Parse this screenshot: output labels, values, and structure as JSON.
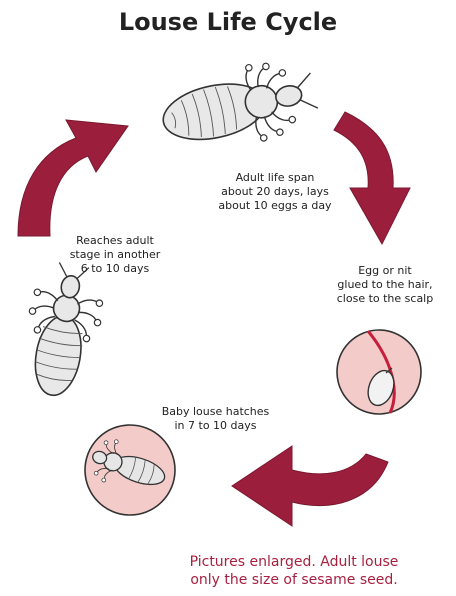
{
  "title": "Louse Life Cycle",
  "stages": {
    "adult": "Adult life span\nabout 20 days, lays\nabout 10 eggs a day",
    "egg": "Egg or nit\nglued to the hair,\nclose to the scalp",
    "baby": "Baby louse hatches\nin 7 to 10 days",
    "reaches_adult": "Reaches adult\nstage in another\n6 to 10 days"
  },
  "footnote": "Pictures enlarged. Adult louse\nonly the size of sesame seed.",
  "colors": {
    "arrow": "#9b1f3c",
    "circle_fill": "#f3cbc8",
    "hair": "#c61f3c",
    "body": "#e6e6e6",
    "outline": "#333333",
    "footnote": "#a82040"
  },
  "icons": [
    "adult-louse-icon",
    "egg-nit-icon",
    "baby-louse-icon",
    "young-louse-icon",
    "cycle-arrow-icon"
  ]
}
